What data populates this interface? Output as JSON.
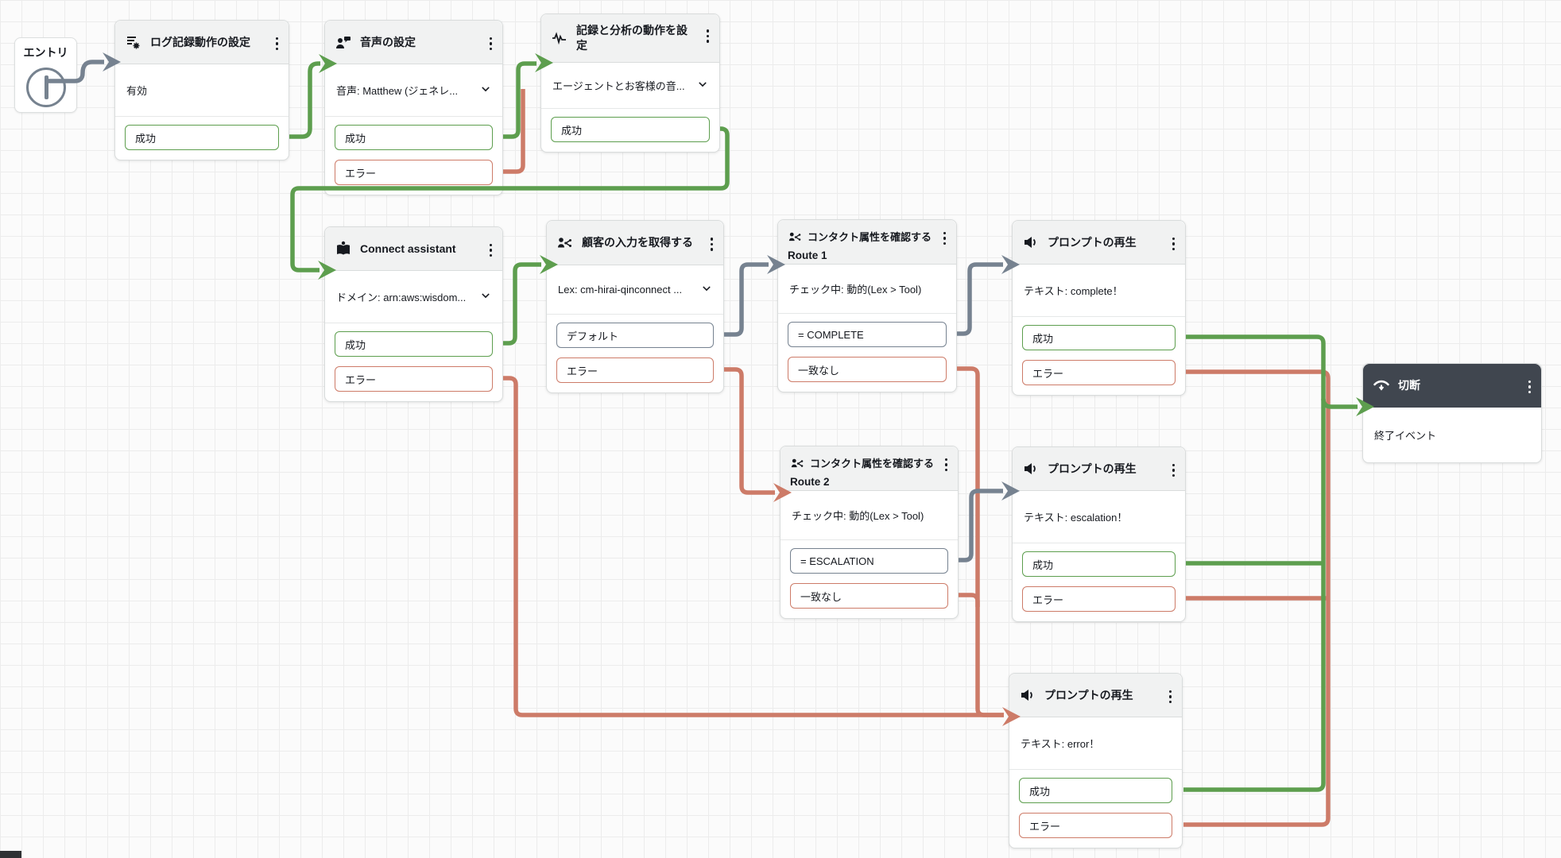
{
  "colors": {
    "success": "#5D9E4E",
    "error": "#CD7B68",
    "neutral": "#768290",
    "header_bg": "#F1F2F2",
    "dark_header": "#40464F",
    "card_border": "#D9DCDC",
    "grid_line": "#ECECEC"
  },
  "entry": {
    "label": "エントリ"
  },
  "nodes": [
    {
      "title": "ログ記録動作の設定",
      "icon": "logging-settings-icon",
      "body": "有効",
      "outputs": [
        {
          "label": "成功",
          "type": "success"
        }
      ]
    },
    {
      "title": "音声の設定",
      "icon": "voice-settings-icon",
      "body": "音声: Matthew (ジェネレ...",
      "outputs": [
        {
          "label": "成功",
          "type": "success"
        },
        {
          "label": "エラー",
          "type": "error"
        }
      ]
    },
    {
      "title": "記録と分析の動作を設定",
      "icon": "recording-analytics-icon",
      "body": "エージェントとお客様の音...",
      "outputs": [
        {
          "label": "成功",
          "type": "success"
        }
      ]
    },
    {
      "title": "Connect assistant",
      "icon": "assistant-book-icon",
      "body": "ドメイン: arn:aws:wisdom...",
      "outputs": [
        {
          "label": "成功",
          "type": "success"
        },
        {
          "label": "エラー",
          "type": "error"
        }
      ]
    },
    {
      "title": "顧客の入力を取得する",
      "icon": "get-customer-input-icon",
      "body": "Lex: cm-hirai-qinconnect ...",
      "outputs": [
        {
          "label": "デフォルト",
          "type": "neutral"
        },
        {
          "label": "エラー",
          "type": "error"
        }
      ]
    },
    {
      "title": "コンタクト属性を確認する",
      "subtitle": "Route 1",
      "icon": "check-contact-attributes-icon",
      "body": "チェック中: 動的(Lex > Tool)",
      "outputs": [
        {
          "label": "= COMPLETE",
          "type": "neutral"
        },
        {
          "label": "一致なし",
          "type": "error"
        }
      ]
    },
    {
      "title": "プロンプトの再生",
      "icon": "play-prompt-icon",
      "body": "テキスト: complete！",
      "outputs": [
        {
          "label": "成功",
          "type": "success"
        },
        {
          "label": "エラー",
          "type": "error"
        }
      ]
    },
    {
      "title": "コンタクト属性を確認する",
      "subtitle": "Route 2",
      "icon": "check-contact-attributes-icon",
      "body": "チェック中: 動的(Lex > Tool)",
      "outputs": [
        {
          "label": "= ESCALATION",
          "type": "neutral"
        },
        {
          "label": "一致なし",
          "type": "error"
        }
      ]
    },
    {
      "title": "プロンプトの再生",
      "icon": "play-prompt-icon",
      "body": "テキスト: escalation！",
      "outputs": [
        {
          "label": "成功",
          "type": "success"
        },
        {
          "label": "エラー",
          "type": "error"
        }
      ]
    },
    {
      "title": "プロンプトの再生",
      "icon": "play-prompt-icon",
      "body": "テキスト: error！",
      "outputs": [
        {
          "label": "成功",
          "type": "success"
        },
        {
          "label": "エラー",
          "type": "error"
        }
      ]
    },
    {
      "title": "切断",
      "icon": "disconnect-icon",
      "body": "終了イベント",
      "outputs": []
    }
  ]
}
